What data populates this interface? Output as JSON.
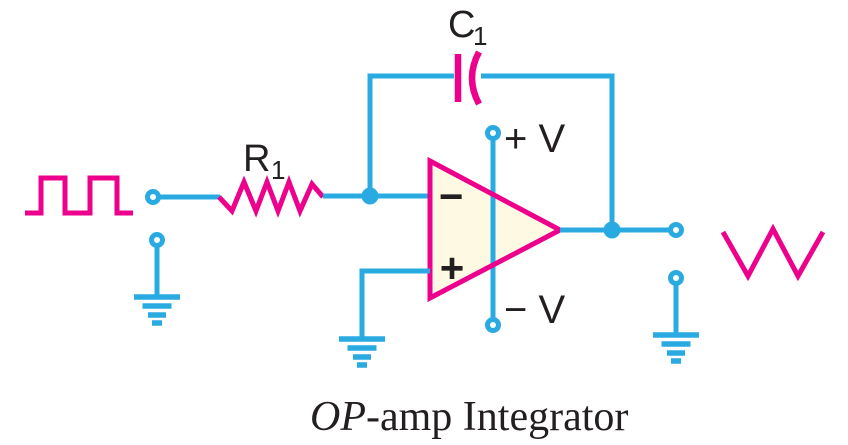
{
  "figure": {
    "caption_italic": "OP",
    "caption_rest": "-amp Integrator"
  },
  "labels": {
    "resistor_name": "R",
    "resistor_sub": "1",
    "capacitor_name": "C",
    "capacitor_sub": "1",
    "positive_supply": "+ V",
    "negative_supply": "− V",
    "inverting_input": "−",
    "noninverting_input": "+"
  },
  "icons": {
    "input_waveform": "square-wave",
    "output_waveform": "triangle-wave",
    "ground_count": 3
  },
  "colors": {
    "wire": "#29ABE2",
    "component": "#EC008C",
    "opamp_fill": "#FDF9E2",
    "text": "#231F20"
  }
}
